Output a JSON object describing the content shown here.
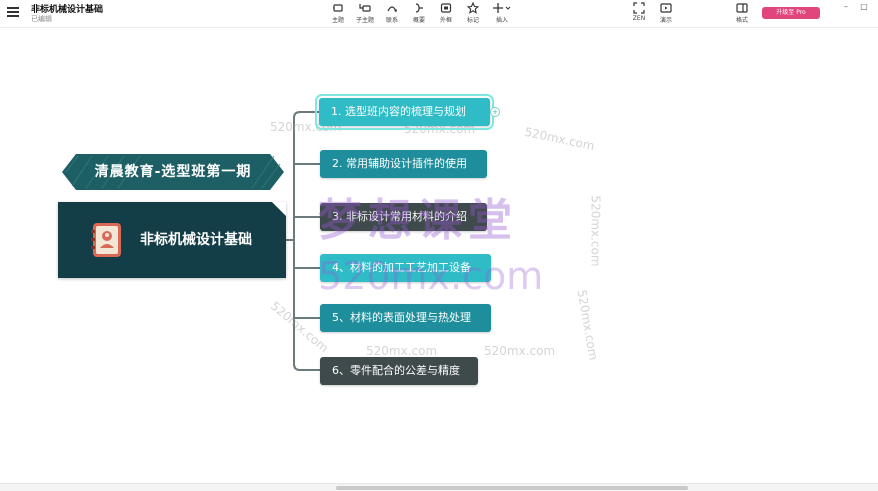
{
  "header": {
    "title": "非标机械设计基础",
    "status": "已编辑"
  },
  "toolbar": [
    {
      "id": "topic",
      "label": "主题",
      "icon": "topic-icon"
    },
    {
      "id": "subtopic",
      "label": "子主题",
      "icon": "subtopic-icon"
    },
    {
      "id": "relation",
      "label": "联系",
      "icon": "relationship-icon"
    },
    {
      "id": "summary",
      "label": "概要",
      "icon": "summary-icon"
    },
    {
      "id": "boundary",
      "label": "外框",
      "icon": "boundary-icon"
    },
    {
      "id": "marker",
      "label": "标记",
      "icon": "star-icon"
    },
    {
      "id": "insert",
      "label": "插入",
      "icon": "plus-icon"
    }
  ],
  "right_tools": [
    {
      "id": "zen",
      "label": "ZEN",
      "icon": "zen-icon"
    },
    {
      "id": "present",
      "label": "演示",
      "icon": "play-icon"
    },
    {
      "id": "format",
      "label": "格式",
      "icon": "format-icon"
    }
  ],
  "upgrade_label": "升级至 Pro",
  "window_controls": {
    "minimize": "–",
    "maximize": "▢"
  },
  "mindmap": {
    "ribbon": "清晨教育-选型班第一期",
    "central": "非标机械设计基础",
    "add_marker": "+",
    "topics": [
      {
        "label": "1. 选型班内容的梳理与规划",
        "style": "cyan",
        "selected": true
      },
      {
        "label": "2. 常用辅助设计插件的使用",
        "style": "teal"
      },
      {
        "label": "3. 非标设计常用材料的介绍",
        "style": "dark"
      },
      {
        "label": "4、材料的加工工艺加工设备",
        "style": "cyan"
      },
      {
        "label": "5、材料的表面处理与热处理",
        "style": "teal"
      },
      {
        "label": "6、零件配合的公差与精度",
        "style": "dark"
      }
    ]
  },
  "watermarks": {
    "small": "520mx.com",
    "big_cn": "梦想课堂",
    "big_en": "520mx.com"
  },
  "colors": {
    "central_bg": "#133e47",
    "ribbon_bg": "#1d5f64",
    "topic_teal": "#1f8e9c",
    "topic_cyan": "#2fbcc6",
    "topic_dark": "#3f4a4c",
    "connector": "#6b7a7c",
    "upgrade_bg": "#e0457b"
  }
}
